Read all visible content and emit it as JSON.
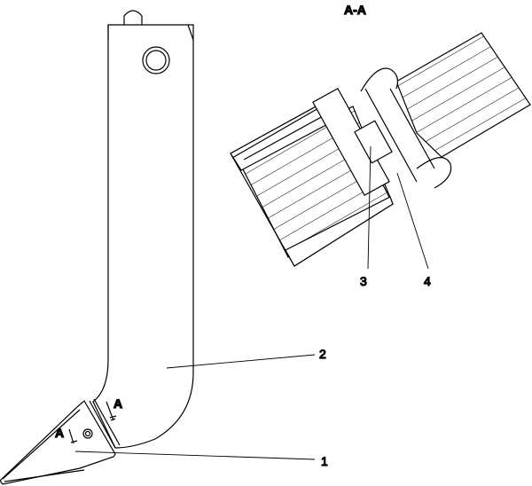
{
  "section_title": "A-A",
  "section_marks": [
    "A",
    "A"
  ],
  "callouts": [
    "1",
    "2",
    "3",
    "4"
  ],
  "line_color": "#000000"
}
